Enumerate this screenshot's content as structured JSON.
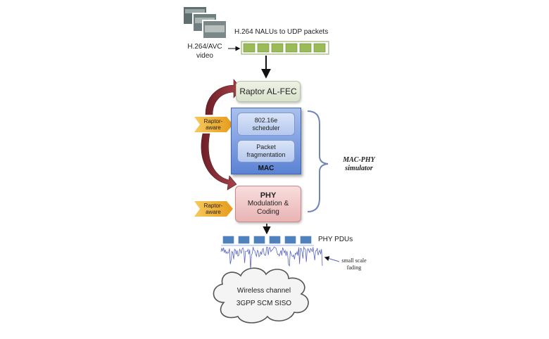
{
  "video": {
    "label_line1": "H.264/AVC",
    "label_line2": "video"
  },
  "nalu_caption": "H.264 NALUs to UDP packets",
  "raptor_fec": "Raptor AL-FEC",
  "mac": {
    "scheduler_line1": "802.16e",
    "scheduler_line2": "scheduler",
    "fragmentation_line1": "Packet",
    "fragmentation_line2": "fragmentation",
    "label": "MAC"
  },
  "phy": {
    "title": "PHY",
    "line1": "Modulation &",
    "line2": "Coding"
  },
  "raptor_aware_tags": [
    {
      "line1": "Raptor-",
      "line2": "aware"
    },
    {
      "line1": "Raptor-",
      "line2": "aware"
    }
  ],
  "simulator_label": {
    "line1": "MAC-PHY",
    "line2": "simulator"
  },
  "phy_pdus_caption": "PHY PDUs",
  "fading_label": {
    "line1": "small scale",
    "line2": "fading"
  },
  "channel": {
    "line1": "Wireless channel",
    "line2": "3GPP SCM SISO"
  },
  "colors": {
    "udp_packet": "#9bbb59",
    "pdu_packet": "#4f81bd",
    "mac_block": "#5b82d4",
    "phy_block": "#e9b3b3",
    "feedback_arrow": "#8b2e35",
    "tag": "#f2b233",
    "fading_wave": "#5a64c8"
  }
}
